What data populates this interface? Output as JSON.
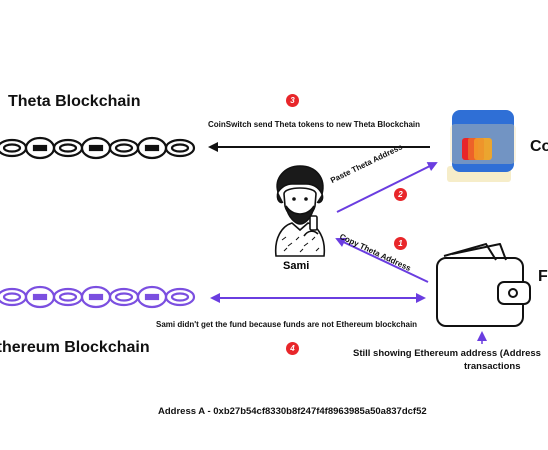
{
  "labels": {
    "theta_title": "Theta Blockchain",
    "ethereum_title": "Ethereum Blockchain",
    "coinswitch_partial": "Co",
    "wallet_partial": "F",
    "person_name": "Sami"
  },
  "arrows": {
    "coinswitch_send": "CoinSwitch send Theta tokens to new Theta Blockchain",
    "paste_address": "Paste Theta Address",
    "copy_address": "Copy Theta Address",
    "not_ethereum": "Sami didn't get the fund because funds are not Ethereum blockchain",
    "still_showing_line1": "Still showing Ethereum address (Address",
    "still_showing_line2": "transactions"
  },
  "steps": [
    "3",
    "2",
    "1",
    "4"
  ],
  "address": "Address A - 0xb27b54cf8330b8f247f4f8963985a50a837dcf52",
  "colors": {
    "arrow_purple": "#6a3de0",
    "arrow_black": "#111111",
    "badge_red": "#e8262a",
    "card_blue": "#2f6fd6",
    "card_orange": "#f5a623",
    "card_red": "#e8262a",
    "purple_chain": "#7b4fe0"
  }
}
